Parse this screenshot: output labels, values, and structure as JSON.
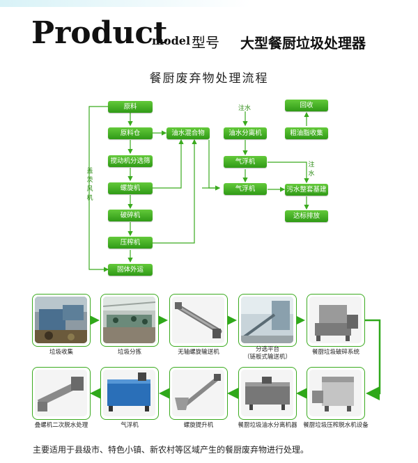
{
  "header": {
    "product": "Product",
    "model": "model",
    "model_cn": "型号",
    "name": "大型餐厨垃圾处理器"
  },
  "flow": {
    "title": "餐厨废弃物处理流程",
    "left_chain": [
      "原料",
      "原料仓",
      "搅动机分选筛",
      "螺旋机",
      "破碎机",
      "压榨机",
      "固体外运"
    ],
    "oil_mix": "油水混合物",
    "right_chain": [
      "油水分离机",
      "气浮机",
      "气浮机"
    ],
    "recovery": [
      "回收",
      "粗油脂收集"
    ],
    "sewage": [
      "污水整套基建",
      "达标排放"
    ],
    "labels": {
      "water_in_1": "注水",
      "water_in_2": "注水",
      "fan": "盖茨风机"
    }
  },
  "equipment": {
    "row1": [
      {
        "caption": "垃圾收集",
        "icon": "collection-photo"
      },
      {
        "caption": "垃圾分拣",
        "icon": "sorting-photo"
      },
      {
        "caption": "无轴螺旋输送机",
        "icon": "screw-conveyor-photo"
      },
      {
        "caption": "分选平台",
        "caption2": "（链板式输送机）",
        "icon": "platform-photo"
      },
      {
        "caption": "餐厨垃圾破碎系统",
        "icon": "crusher-photo"
      }
    ],
    "row2": [
      {
        "caption": "叠螺机二次脱水处理",
        "icon": "screw-press-photo"
      },
      {
        "caption": "气浮机",
        "icon": "air-float-photo"
      },
      {
        "caption": "螺旋提升机",
        "icon": "screw-lift-photo"
      },
      {
        "caption": "餐厨垃圾油水分离机器",
        "icon": "oil-separator-photo"
      },
      {
        "caption": "餐厨垃圾压榨脱水机设备",
        "icon": "press-dewater-photo"
      }
    ]
  },
  "footer": "主要适用于县级市、特色小镇、新农村等区域产生的餐厨废弃物进行处理。",
  "colors": {
    "green_top": "#63c93a",
    "green_bottom": "#2f9a16",
    "line": "#3aaa1e"
  }
}
